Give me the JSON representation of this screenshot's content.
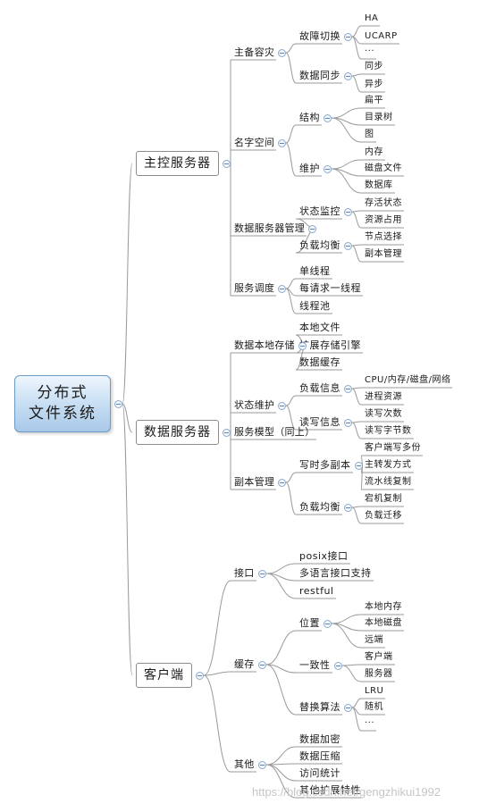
{
  "mindmap": {
    "label": "分布式\n文件系统",
    "children": [
      {
        "label": "主控服务器",
        "children": [
          {
            "label": "主备容灾",
            "children": [
              {
                "label": "故障切换",
                "children": [
                  {
                    "label": "HA"
                  },
                  {
                    "label": "UCARP"
                  },
                  {
                    "label": "···"
                  }
                ]
              },
              {
                "label": "数据同步",
                "children": [
                  {
                    "label": "同步"
                  },
                  {
                    "label": "异步"
                  }
                ]
              }
            ]
          },
          {
            "label": "名字空间",
            "children": [
              {
                "label": "结构",
                "children": [
                  {
                    "label": "扁平"
                  },
                  {
                    "label": "目录树"
                  },
                  {
                    "label": "图"
                  }
                ]
              },
              {
                "label": "维护",
                "children": [
                  {
                    "label": "内存"
                  },
                  {
                    "label": "磁盘文件"
                  },
                  {
                    "label": "数据库"
                  }
                ]
              }
            ]
          },
          {
            "label": "数据服务器管理",
            "children": [
              {
                "label": "状态监控",
                "children": [
                  {
                    "label": "存活状态"
                  },
                  {
                    "label": "资源占用"
                  }
                ]
              },
              {
                "label": "负载均衡",
                "children": [
                  {
                    "label": "节点选择"
                  },
                  {
                    "label": "副本管理"
                  }
                ]
              }
            ]
          },
          {
            "label": "服务调度",
            "children": [
              {
                "label": "单线程"
              },
              {
                "label": "每请求一线程"
              },
              {
                "label": "线程池"
              }
            ]
          }
        ]
      },
      {
        "label": "数据服务器",
        "children": [
          {
            "label": "数据本地存储",
            "children": [
              {
                "label": "本地文件"
              },
              {
                "label": "扩展存储引擎"
              },
              {
                "label": "数据缓存"
              }
            ]
          },
          {
            "label": "状态维护",
            "children": [
              {
                "label": "负载信息",
                "children": [
                  {
                    "label": "CPU/内存/磁盘/网络"
                  },
                  {
                    "label": "进程资源"
                  }
                ]
              },
              {
                "label": "读写信息",
                "children": [
                  {
                    "label": "读写次数"
                  },
                  {
                    "label": "读写字节数"
                  }
                ]
              }
            ]
          },
          {
            "label": "副本管理",
            "children": [
              {
                "label": "写时多副本",
                "children": [
                  {
                    "label": "客户端写多份"
                  },
                  {
                    "label": "主转发方式"
                  },
                  {
                    "label": "流水线复制"
                  }
                ]
              },
              {
                "label": "负载均衡",
                "children": [
                  {
                    "label": "宕机复制"
                  },
                  {
                    "label": "负载迁移"
                  }
                ]
              }
            ]
          },
          {
            "label": "服务模型（同上）"
          }
        ]
      },
      {
        "label": "客户端",
        "children": [
          {
            "label": "接口",
            "children": [
              {
                "label": "posix接口"
              },
              {
                "label": "多语言接口支持"
              },
              {
                "label": "restful"
              }
            ]
          },
          {
            "label": "缓存",
            "children": [
              {
                "label": "位置",
                "children": [
                  {
                    "label": "本地内存"
                  },
                  {
                    "label": "本地磁盘"
                  },
                  {
                    "label": "远端"
                  }
                ]
              },
              {
                "label": "一致性",
                "children": [
                  {
                    "label": "客户端"
                  },
                  {
                    "label": "服务器"
                  }
                ]
              },
              {
                "label": "替换算法",
                "children": [
                  {
                    "label": "LRU"
                  },
                  {
                    "label": "随机"
                  },
                  {
                    "label": "···"
                  }
                ]
              }
            ]
          },
          {
            "label": "其他",
            "children": [
              {
                "label": "数据加密"
              },
              {
                "label": "数据压缩"
              },
              {
                "label": "访问统计"
              },
              {
                "label": "其他扩展特性"
              }
            ]
          }
        ]
      }
    ]
  },
  "watermark": "https://blog.csdn.net/gengzhikui1992",
  "colors": {
    "line": "#9a9a9a",
    "root_fill": "#c4dcf2",
    "root_border": "#6a9bc9",
    "toggle_border": "#8aaad0",
    "toggle_mark": "#5d84b5",
    "watermark": "#c6c6c6"
  }
}
